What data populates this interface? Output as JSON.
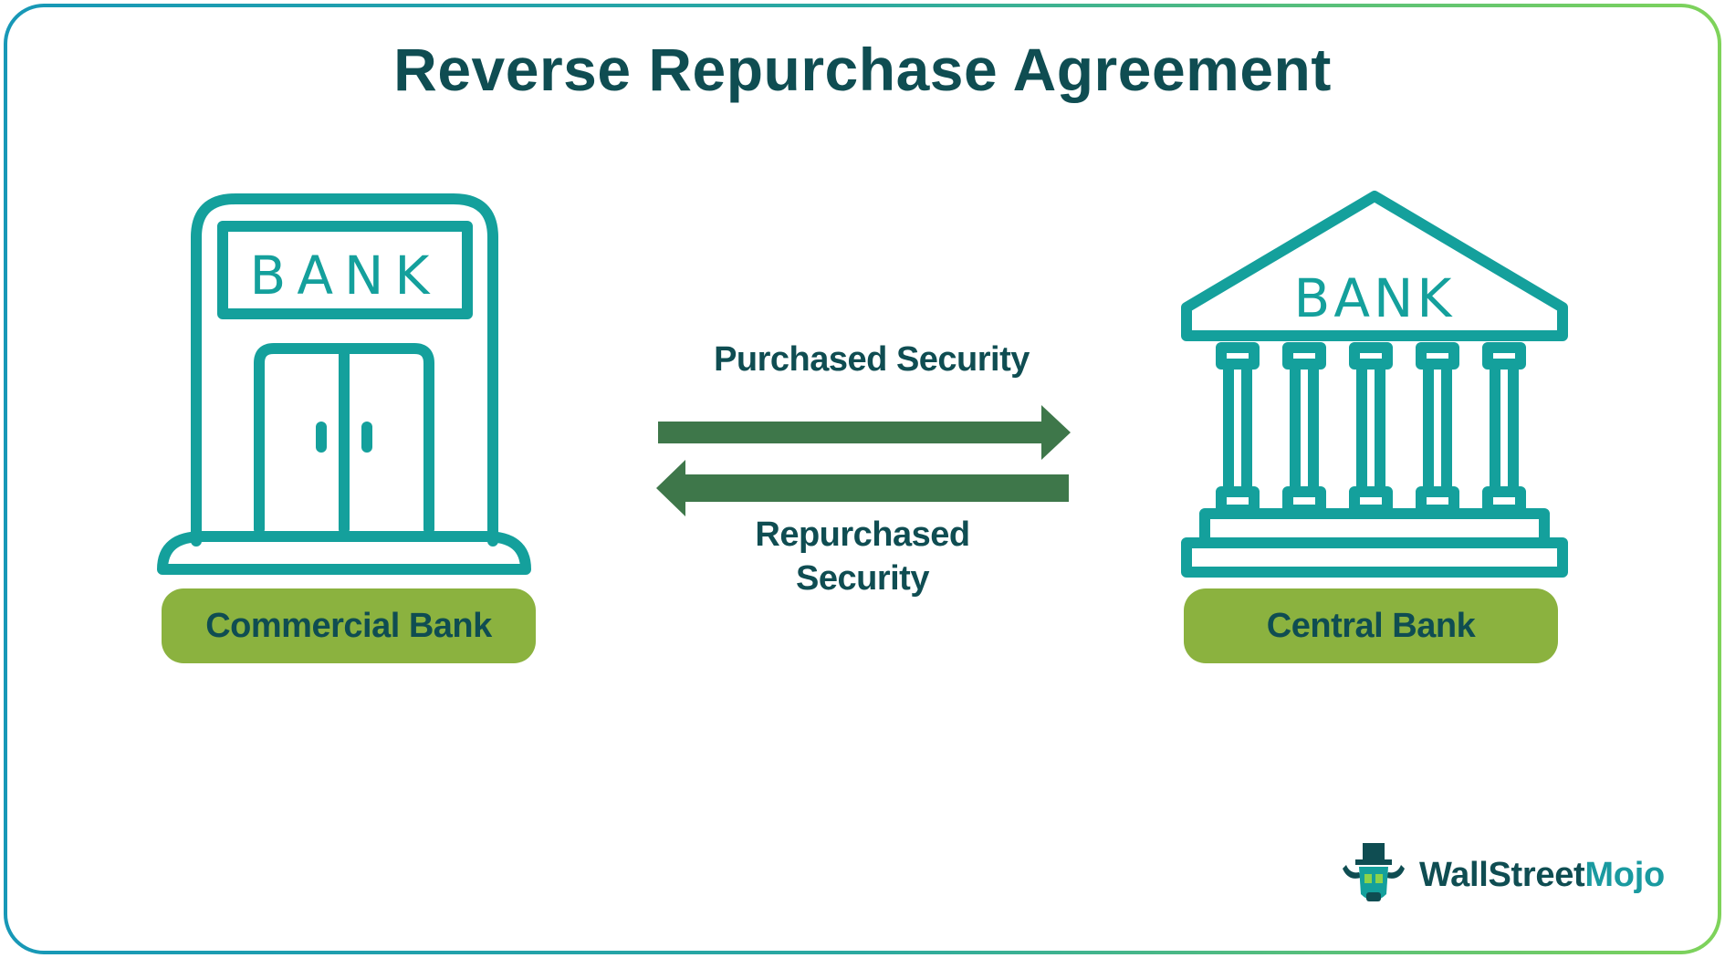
{
  "title": "Reverse Repurchase Agreement",
  "left_entity": {
    "bank_sign": "BANK",
    "label": "Commercial Bank"
  },
  "right_entity": {
    "bank_sign": "BANK",
    "label": "Central Bank"
  },
  "arrows": {
    "top_label": "Purchased Security",
    "bottom_label_line1": "Repurchased",
    "bottom_label_line2": "Security"
  },
  "brand": {
    "name_part1": "WallStreet",
    "name_part2": "Mojo"
  },
  "colors": {
    "title": "#0f4d52",
    "icon_teal": "#14a09c",
    "arrow_green": "#3e774a",
    "pill_green": "#8bb23f",
    "border_start": "#1798b7",
    "border_end": "#7fd35a"
  }
}
